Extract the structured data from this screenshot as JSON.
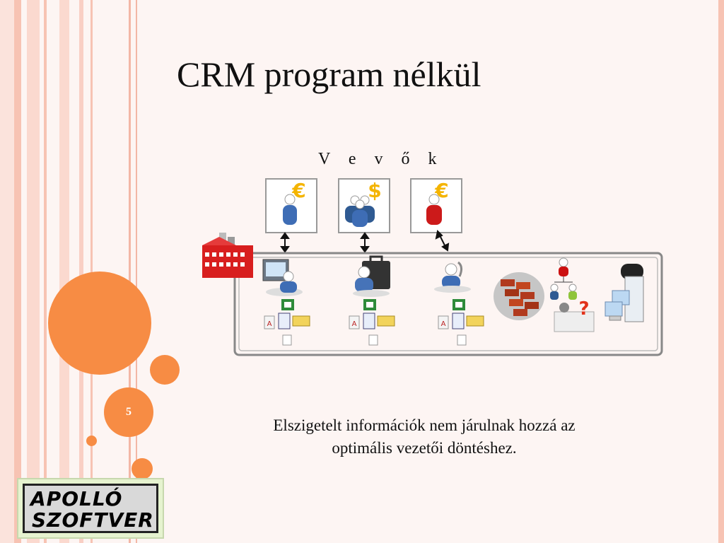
{
  "slide": {
    "title": "CRM program nélkül",
    "customers_label": "V e v ő k",
    "caption_line1": "Elszigetelt információk nem járulnak hozzá az",
    "caption_line2": "optimális vezetői döntéshez.",
    "page_number": "5"
  },
  "logo": {
    "line1": "APOLLÓ",
    "line2": "SZOFTVER"
  },
  "colors": {
    "accent_orange": "#f78c44",
    "stripe_pink": "#f9cfc4",
    "background": "#fdf5f3"
  },
  "customers": [
    {
      "name": "customer-euro",
      "currency": "€"
    },
    {
      "name": "customer-group-dollar",
      "currency": "$"
    },
    {
      "name": "customer-red-euro",
      "currency": "€"
    }
  ],
  "icons": [
    "factory-icon",
    "user-computer-icon",
    "user-briefcase-icon",
    "user-phone-icon",
    "brick-wall-icon",
    "org-chart-icon",
    "servers-icon"
  ]
}
